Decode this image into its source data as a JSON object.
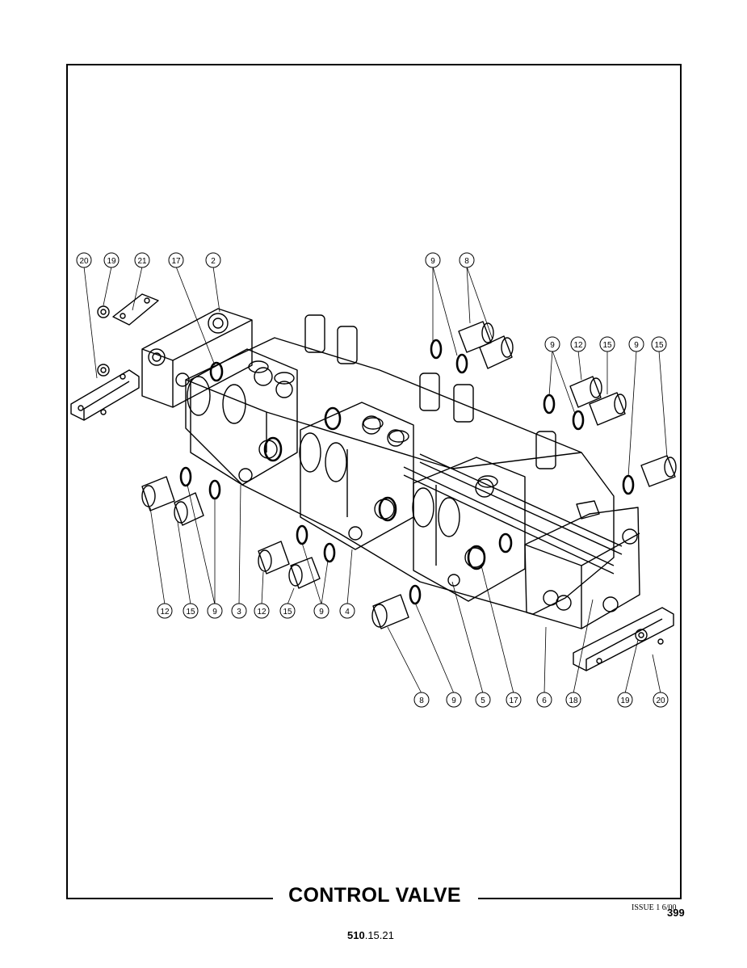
{
  "title": "CONTROL VALVE",
  "issue": "ISSUE 1 6/00",
  "page_number": "399",
  "section_bold": "510",
  "section_rest": ".15.21",
  "callouts_top": [
    "20",
    "19",
    "21",
    "17",
    "2",
    "9",
    "8",
    "9",
    "12",
    "15",
    "9",
    "15"
  ],
  "callouts_bottom_left": [
    "12",
    "15",
    "9",
    "3",
    "12",
    "15",
    "9",
    "4"
  ],
  "callouts_bottom_right": [
    "8",
    "9",
    "5",
    "17",
    "6",
    "18",
    "19",
    "20"
  ]
}
